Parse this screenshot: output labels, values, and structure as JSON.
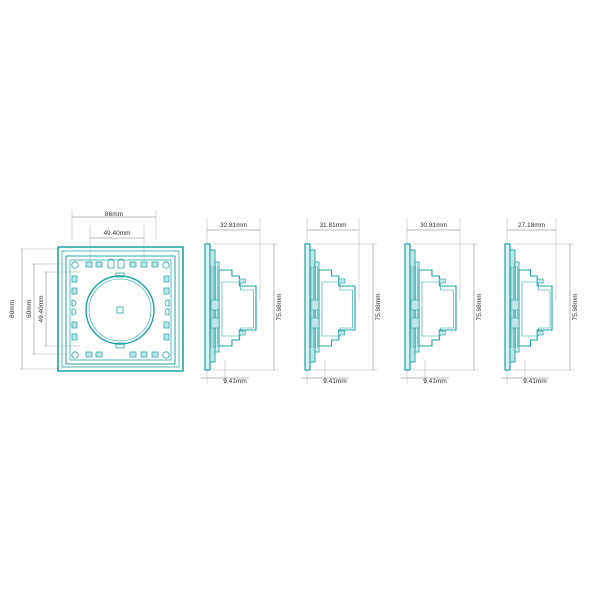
{
  "colors": {
    "outline": "#1fa3a6",
    "outline_dark": "#13878a",
    "fill": "#d8f1f1",
    "fill_alt": "#bfe6e6",
    "dimension": "#777777",
    "text": "#333333"
  },
  "front_view": {
    "top_label": "86mm",
    "inner_width_label": "49.40mm",
    "outer_height_label": "80mm",
    "mid_height_label": "60mm",
    "inner_height_label": "49.40mm"
  },
  "side_views": [
    {
      "width_label": "32.81mm",
      "height_label": "75.98mm",
      "depth_label": "9.41mm"
    },
    {
      "width_label": "31.81mm",
      "height_label": "75.98mm",
      "depth_label": "9.41mm"
    },
    {
      "width_label": "30.81mm",
      "height_label": "75.98mm",
      "depth_label": "9.41mm"
    },
    {
      "width_label": "27.18mm",
      "height_label": "75.98mm",
      "depth_label": "9.41mm"
    }
  ]
}
